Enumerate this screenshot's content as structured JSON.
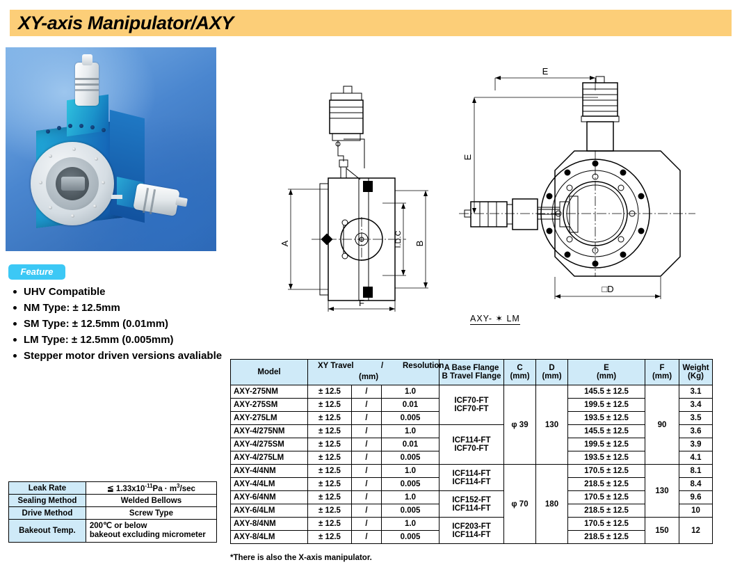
{
  "page": {
    "title": "XY-axis Manipulator/AXY",
    "footnote": "*There is also the X-axis manipulator.",
    "colors": {
      "title_banner": "#fcce78",
      "feature_badge": "#3cc8f5",
      "table_header": "#cfeaf8",
      "photo_background": "#4a86cf"
    }
  },
  "photo": {
    "alt": "xy-axis-manipulator-product-photo"
  },
  "feature": {
    "badge": "Feature",
    "items": [
      "UHV Compatible",
      "NM Type: ± 12.5mm",
      "SM Type: ± 12.5mm (0.01mm)",
      "LM Type: ± 12.5mm (0.005mm)",
      "Stepper motor driven versions avaliable"
    ]
  },
  "drawings": {
    "left": {
      "name": "front-section-view",
      "dimension_labels": [
        "A",
        "B",
        "I.D.C",
        "F"
      ]
    },
    "right": {
      "name": "side-plan-view",
      "dimension_labels": [
        "E",
        "E",
        "□D"
      ],
      "caption": "AXY- ✶ LM"
    }
  },
  "spec_table": {
    "rows": [
      {
        "key": "Leak Rate",
        "value_html": "≦ 1.33x10<sup class=\"sup\">-11</sup>Pa · m<sup class=\"sup\">3</sup>/sec",
        "value_text": "≦ 1.33x10-11Pa · m3/sec"
      },
      {
        "key": "Sealing Method",
        "value_text": "Welded Bellows"
      },
      {
        "key": "Drive Method",
        "value_text": "Screw Type"
      },
      {
        "key": "Bakeout Temp.",
        "value_text": "200℃ or below",
        "value_text2": "bakeout excluding micrometer"
      }
    ]
  },
  "main_table": {
    "headers": {
      "model": "Model",
      "travel_1": "XY Travel",
      "travel_slash": "/",
      "travel_2": "Resolution",
      "travel_unit": "(mm)",
      "flange_a": "A Base Flange",
      "flange_b": "B Travel Flange",
      "c": "C",
      "c_unit": "(mm)",
      "d": "D",
      "d_unit": "(mm)",
      "e": "E",
      "e_unit": "(mm)",
      "f": "F",
      "f_unit": "(mm)",
      "weight": "Weight",
      "weight_unit": "(Kg)"
    },
    "rows": [
      {
        "model": "AXY-275NM",
        "travel": "± 12.5",
        "slash": "/",
        "resolution": "1.0",
        "e": "145.5 ± 12.5",
        "weight": "3.1"
      },
      {
        "model": "AXY-275SM",
        "travel": "± 12.5",
        "slash": "/",
        "resolution": "0.01",
        "e": "199.5 ± 12.5",
        "weight": "3.4"
      },
      {
        "model": "AXY-275LM",
        "travel": "± 12.5",
        "slash": "/",
        "resolution": "0.005",
        "e": "193.5 ± 12.5",
        "weight": "3.5"
      },
      {
        "model": "AXY-4/275NM",
        "travel": "± 12.5",
        "slash": "/",
        "resolution": "1.0",
        "e": "145.5 ± 12.5",
        "weight": "3.6"
      },
      {
        "model": "AXY-4/275SM",
        "travel": "± 12.5",
        "slash": "/",
        "resolution": "0.01",
        "e": "199.5 ± 12.5",
        "weight": "3.9"
      },
      {
        "model": "AXY-4/275LM",
        "travel": "± 12.5",
        "slash": "/",
        "resolution": "0.005",
        "e": "193.5 ± 12.5",
        "weight": "4.1"
      },
      {
        "model": "AXY-4/4NM",
        "travel": "± 12.5",
        "slash": "/",
        "resolution": "1.0",
        "e": "170.5 ± 12.5",
        "weight": "8.1"
      },
      {
        "model": "AXY-4/4LM",
        "travel": "± 12.5",
        "slash": "/",
        "resolution": "0.005",
        "e": "218.5 ± 12.5",
        "weight": "8.4"
      },
      {
        "model": "AXY-6/4NM",
        "travel": "± 12.5",
        "slash": "/",
        "resolution": "1.0",
        "e": "170.5 ± 12.5",
        "weight": "9.6"
      },
      {
        "model": "AXY-6/4LM",
        "travel": "± 12.5",
        "slash": "/",
        "resolution": "0.005",
        "e": "218.5 ± 12.5",
        "weight": "10"
      },
      {
        "model": "AXY-8/4NM",
        "travel": "± 12.5",
        "slash": "/",
        "resolution": "1.0",
        "e": "170.5 ± 12.5",
        "weight": "12"
      },
      {
        "model": "AXY-8/4LM",
        "travel": "± 12.5",
        "slash": "/",
        "resolution": "0.005",
        "e": "218.5 ± 12.5",
        "weight": ""
      }
    ],
    "flange_groups": [
      {
        "a": "ICF70-FT",
        "b": "ICF70-FT",
        "rowspan": 3
      },
      {
        "a": "ICF114-FT",
        "b": "ICF70-FT",
        "rowspan": 3
      },
      {
        "a": "ICF114-FT",
        "b": "ICF114-FT",
        "rowspan": 2
      },
      {
        "a": "ICF152-FT",
        "b": "ICF114-FT",
        "rowspan": 2
      },
      {
        "a": "ICF203-FT",
        "b": "ICF114-FT",
        "rowspan": 2
      }
    ],
    "c_groups": [
      {
        "value": "φ 39",
        "rowspan": 6
      },
      {
        "value": "φ 70",
        "rowspan": 6
      }
    ],
    "d_groups": [
      {
        "value": "130",
        "rowspan": 6
      },
      {
        "value": "180",
        "rowspan": 6
      }
    ],
    "f_groups": [
      {
        "value": "90",
        "rowspan": 6
      },
      {
        "value": "130",
        "rowspan": 4
      },
      {
        "value": "150",
        "rowspan": 2
      }
    ],
    "weight_merged_last": {
      "value": "12",
      "rowspan": 2
    }
  }
}
